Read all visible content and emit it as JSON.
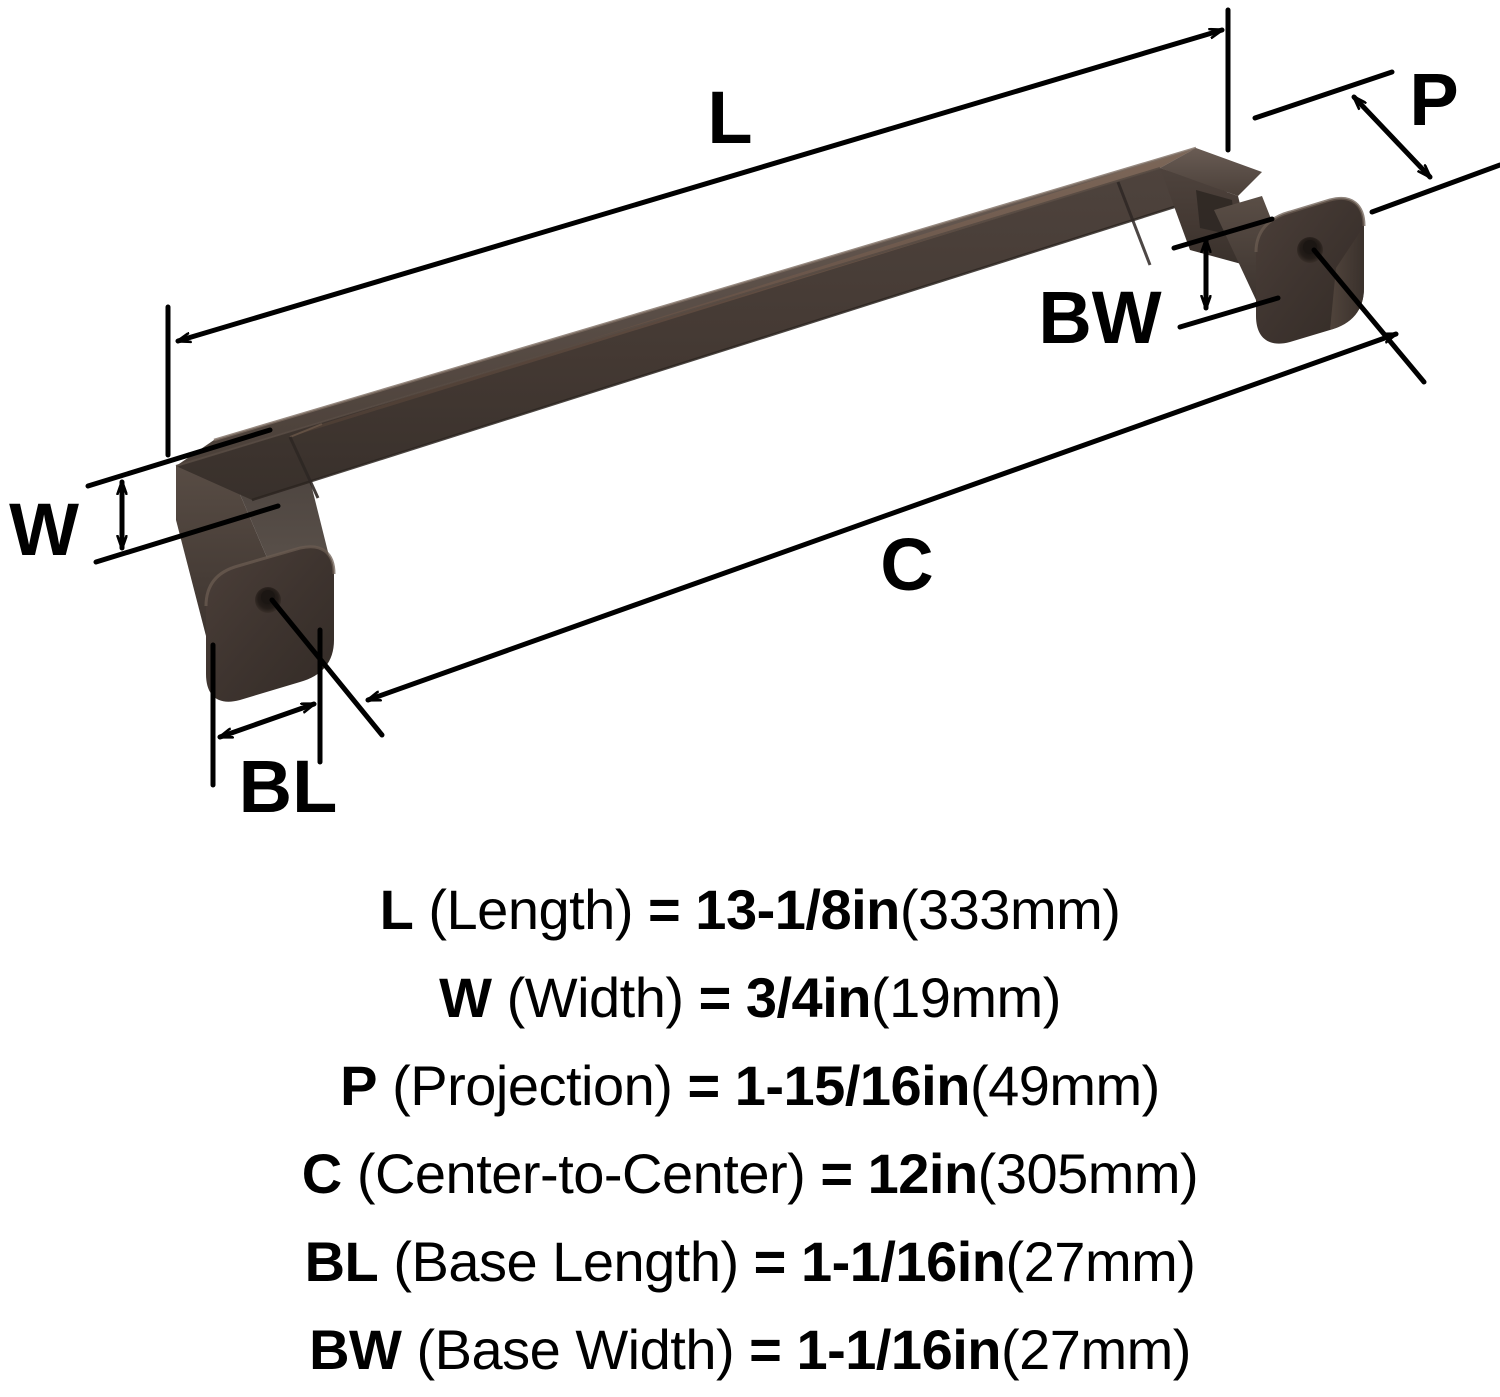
{
  "product": {
    "type": "cabinet-appliance-pull-handle",
    "finish_color": "#4a3f3a",
    "finish_highlight": "#6e5a4c",
    "finish_shadow": "#332b27"
  },
  "diagram": {
    "labels": {
      "length": "L",
      "width": "W",
      "projection": "P",
      "center_to_center": "C",
      "base_length": "BL",
      "base_width": "BW"
    }
  },
  "specs": [
    {
      "key": "L",
      "name": "(Length)",
      "eq": "=",
      "value": "13-1/8in",
      "metric": "(333mm)"
    },
    {
      "key": "W",
      "name": "(Width)",
      "eq": "=",
      "value": "3/4in",
      "metric": "(19mm)"
    },
    {
      "key": "P",
      "name": "(Projection)",
      "eq": "=",
      "value": "1-15/16in",
      "metric": "(49mm)"
    },
    {
      "key": "C",
      "name": "(Center-to-Center)",
      "eq": "=",
      "value": "12in",
      "metric": "(305mm)"
    },
    {
      "key": "BL",
      "name": "(Base Length)",
      "eq": "=",
      "value": "1-1/16in",
      "metric": "(27mm)"
    },
    {
      "key": "BW",
      "name": "(Base Width)",
      "eq": "=",
      "value": "1-1/16in",
      "metric": "(27mm)"
    }
  ]
}
